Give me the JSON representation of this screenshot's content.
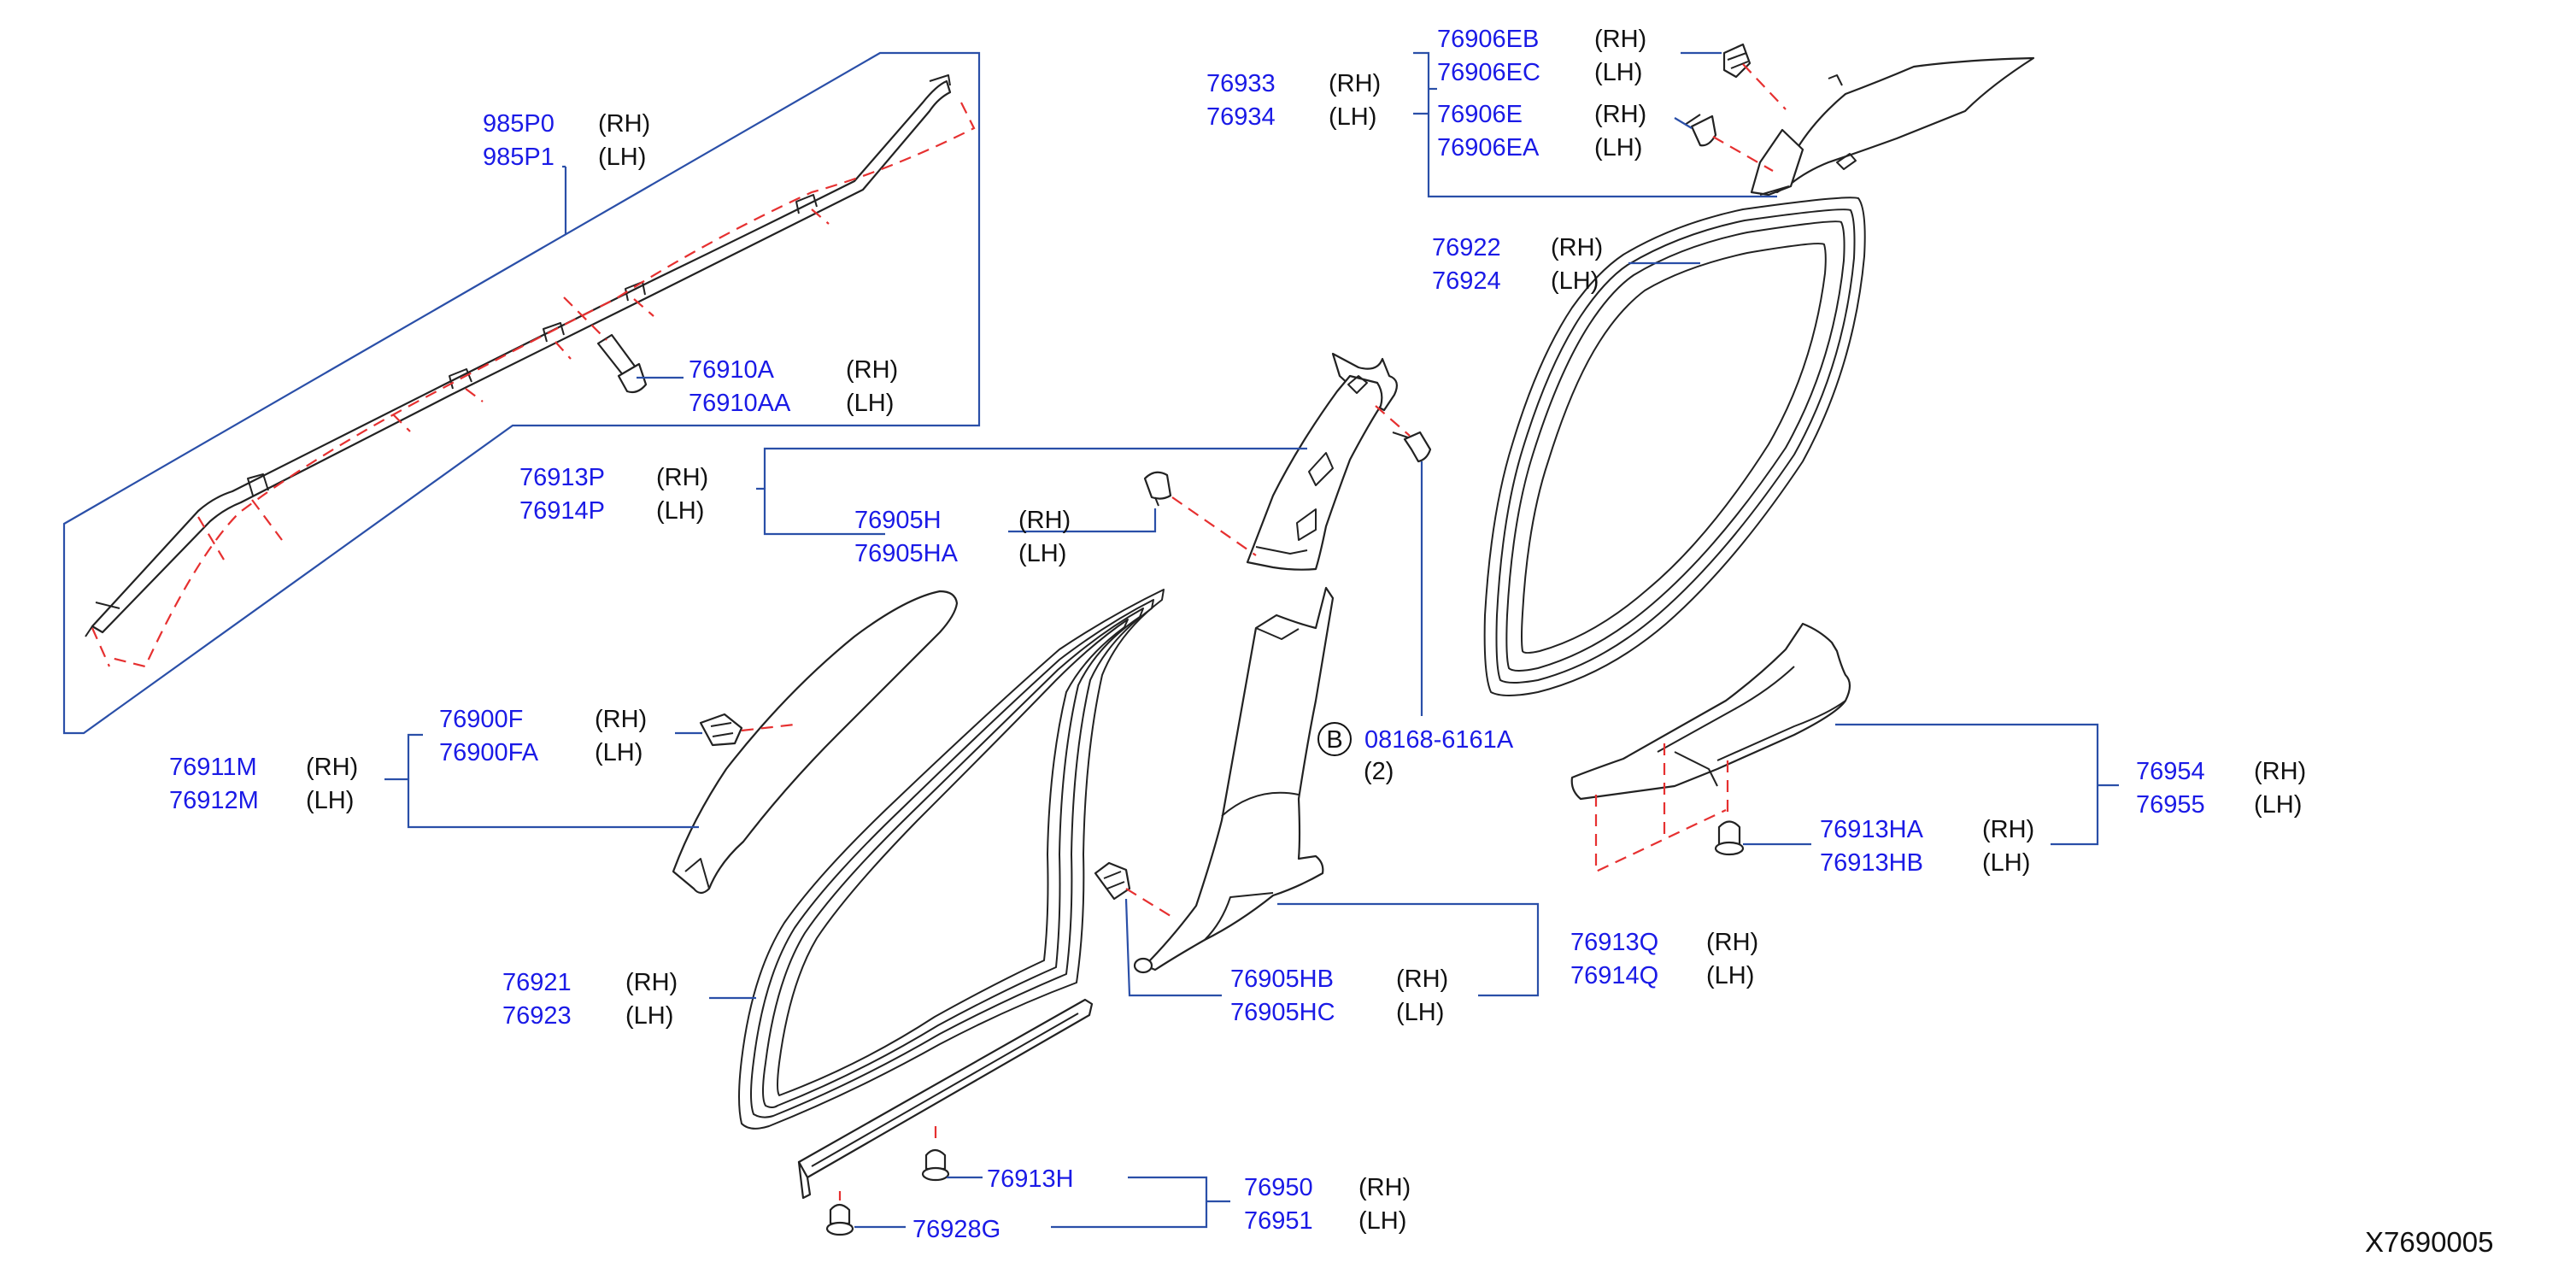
{
  "callouts": {
    "airbag": {
      "num1": "985P0",
      "side1": "(RH)",
      "num2": "985P1",
      "side2": "(LH)"
    },
    "airbag_bolt": {
      "num1": "76910A",
      "side1": "(RH)",
      "num2": "76910AA",
      "side2": "(LH)"
    },
    "rear_pillar": {
      "num1": "76933",
      "side1": "(RH)",
      "num2": "76934",
      "side2": "(LH)"
    },
    "rear_clip_a": {
      "num1": "76906EB",
      "side1": "(RH)",
      "num2": "76906EC",
      "side2": "(LH)"
    },
    "rear_clip_b": {
      "num1": "76906E",
      "side1": "(RH)",
      "num2": "76906EA",
      "side2": "(LH)"
    },
    "rear_weatherstrip": {
      "num1": "76922",
      "side1": "(RH)",
      "num2": "76924",
      "side2": "(LH)"
    },
    "center_upper": {
      "num1": "76913P",
      "side1": "(RH)",
      "num2": "76914P",
      "side2": "(LH)"
    },
    "center_upper_clip": {
      "num1": "76905H",
      "side1": "(RH)",
      "num2": "76905HA",
      "side2": "(LH)"
    },
    "front_clip": {
      "num1": "76900F",
      "side1": "(RH)",
      "num2": "76900FA",
      "side2": "(LH)"
    },
    "front_pillar": {
      "num1": "76911M",
      "side1": "(RH)",
      "num2": "76912M",
      "side2": "(LH)"
    },
    "bolt_b": {
      "mark": "B",
      "num": "08168-6161A",
      "qty": "(2)"
    },
    "rear_kick": {
      "num1": "76954",
      "side1": "(RH)",
      "num2": "76955",
      "side2": "(LH)"
    },
    "rear_kick_clip": {
      "num1": "76913HA",
      "side1": "(RH)",
      "num2": "76913HB",
      "side2": "(LH)"
    },
    "center_lower": {
      "num1": "76913Q",
      "side1": "(RH)",
      "num2": "76914Q",
      "side2": "(LH)"
    },
    "center_lower_clip": {
      "num1": "76905HB",
      "side1": "(RH)",
      "num2": "76905HC",
      "side2": "(LH)"
    },
    "front_weatherstrip": {
      "num1": "76921",
      "side1": "(RH)",
      "num2": "76923",
      "side2": "(LH)"
    },
    "front_kick": {
      "num1": "76950",
      "side1": "(RH)",
      "num2": "76951",
      "side2": "(LH)"
    },
    "front_kick_clip": {
      "num": "76913H"
    },
    "front_kick_clip2": {
      "num": "76928G"
    }
  },
  "diagram_code": "X7690005",
  "colors": {
    "part_number": "#1a1ae6",
    "leader": "#2a4fa8",
    "dash": "#e63030",
    "outline": "#222222"
  }
}
